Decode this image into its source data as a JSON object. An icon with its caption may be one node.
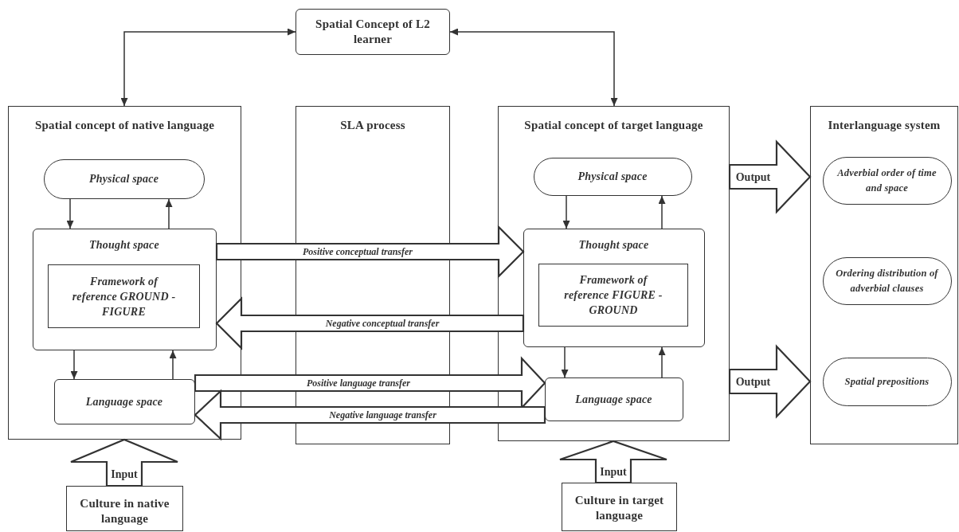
{
  "diagram": {
    "nodes": [
      {
        "text": [
          "Spatial Concept of L2 learner"
        ]
      },
      {
        "text": [
          "Spatial concept of native language"
        ]
      },
      {
        "text": [
          "Physical space"
        ],
        "in": 1
      },
      {
        "text": [
          "Thought space"
        ],
        "in": 1
      },
      {
        "text": [
          "Framework of reference GROUND - FIGURE"
        ],
        "in": 3
      },
      {
        "text": [
          "Language space"
        ],
        "in": 1
      },
      {
        "text": [
          "SLA process"
        ]
      },
      {
        "text": [
          "Spatial concept of target language"
        ]
      },
      {
        "text": [
          "Physical space"
        ],
        "in": 7
      },
      {
        "text": [
          "Thought space"
        ],
        "in": 7
      },
      {
        "text": [
          "Framework of reference FIGURE - GROUND"
        ],
        "in": 9
      },
      {
        "text": [
          "Language space"
        ],
        "in": 7
      },
      {
        "text": [
          "Interlanguage system"
        ]
      },
      {
        "text": [
          "Adverbial order of time and space"
        ],
        "in": 12
      },
      {
        "text": [
          "Ordering distribution of adverbial clauses"
        ],
        "in": 12
      },
      {
        "text": [
          "Spatial prepositions"
        ],
        "in": 12
      },
      {
        "text": [
          "Culture in native language"
        ]
      },
      {
        "text": [
          "Culture in target language"
        ]
      }
    ],
    "edges": [
      {
        "from": 0,
        "to": 1,
        "arrow": "both"
      },
      {
        "from": 0,
        "to": 7,
        "arrow": "both"
      },
      {
        "from": 2,
        "to": 3,
        "arrow": "to"
      },
      {
        "from": 3,
        "to": 2,
        "arrow": "to"
      },
      {
        "from": 3,
        "to": 5,
        "arrow": "to"
      },
      {
        "from": 5,
        "to": 3,
        "arrow": "to"
      },
      {
        "from": 3,
        "to": 9,
        "arrow": "to",
        "label": "Positive conceptual transfer",
        "style": "thick"
      },
      {
        "from": 9,
        "to": 3,
        "arrow": "to",
        "label": "Negative conceptual transfer",
        "style": "thick"
      },
      {
        "from": 5,
        "to": 11,
        "arrow": "to",
        "label": "Positive language transfer",
        "style": "thick"
      },
      {
        "from": 11,
        "to": 5,
        "arrow": "to",
        "label": "Negative language transfer",
        "style": "thick"
      },
      {
        "from": 8,
        "to": 9,
        "arrow": "to"
      },
      {
        "from": 9,
        "to": 8,
        "arrow": "to"
      },
      {
        "from": 9,
        "to": 11,
        "arrow": "to"
      },
      {
        "from": 11,
        "to": 9,
        "arrow": "to"
      },
      {
        "from": 7,
        "to": 12,
        "arrow": "to",
        "label": "Output",
        "style": "thick"
      },
      {
        "from": 7,
        "to": 12,
        "arrow": "to",
        "label": "Output",
        "style": "thick"
      },
      {
        "from": 16,
        "to": 1,
        "arrow": "to",
        "label": "Input",
        "style": "thick"
      },
      {
        "from": 17,
        "to": 7,
        "arrow": "to",
        "label": "Input",
        "style": "thick"
      }
    ]
  }
}
